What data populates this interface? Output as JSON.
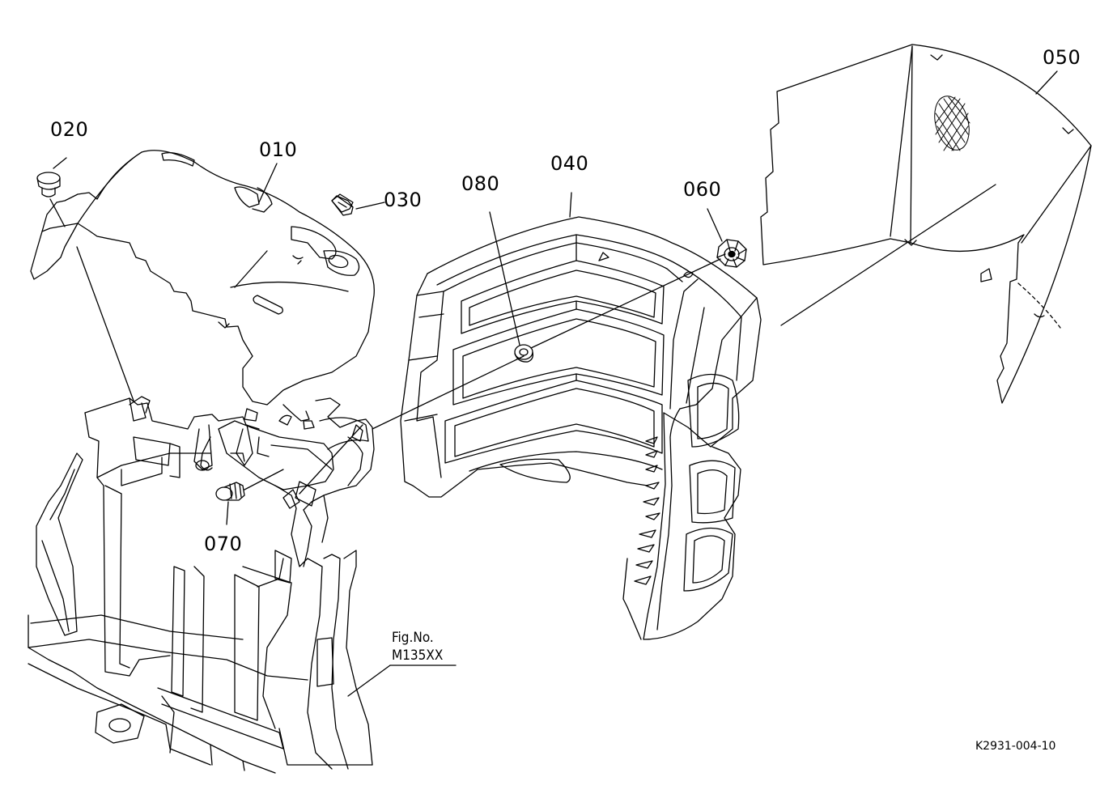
{
  "callouts": {
    "c010": "010",
    "c020": "020",
    "c030": "030",
    "c040": "040",
    "c050": "050",
    "c060": "060",
    "c070": "070",
    "c080": "080"
  },
  "figure_ref": {
    "line1": "Fig.No.",
    "line2": "M135XX"
  },
  "drawing_code": "K2931-004-10",
  "colors": {
    "line": "#000000",
    "background": "#ffffff"
  }
}
